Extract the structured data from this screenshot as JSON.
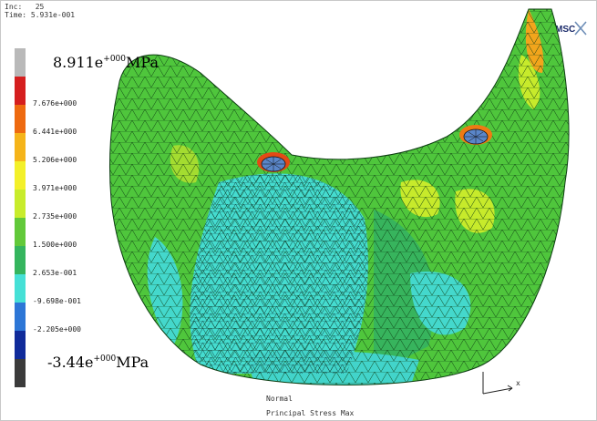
{
  "header": {
    "inc_label": "Inc:",
    "inc_value": "25",
    "time_label": "Time:",
    "time_value": "5.931e-001"
  },
  "logo": {
    "text": "MSC"
  },
  "legend": {
    "max_mantissa": "8.911e",
    "max_exp": "+000",
    "max_unit": "MPa",
    "min_mantissa": "-3.44e",
    "min_exp": "+000",
    "min_unit": "MPa",
    "labels": [
      "7.676e+000",
      "6.441e+000",
      "5.206e+000",
      "3.971e+000",
      "2.735e+000",
      "1.500e+000",
      "2.653e-001",
      "-9.698e-001",
      "-2.205e+000"
    ],
    "colors": [
      "#b9b9b9",
      "#d51f1f",
      "#ee6a10",
      "#f5b41a",
      "#f3f02a",
      "#c8ec2c",
      "#62c93a",
      "#35b55e",
      "#46e0d6",
      "#2d76d6",
      "#102b9a",
      "#3b3b3b"
    ]
  },
  "caption": {
    "line1": "Normal",
    "line2": "Principal Stress Max"
  },
  "axis": {
    "x_label": "x"
  }
}
